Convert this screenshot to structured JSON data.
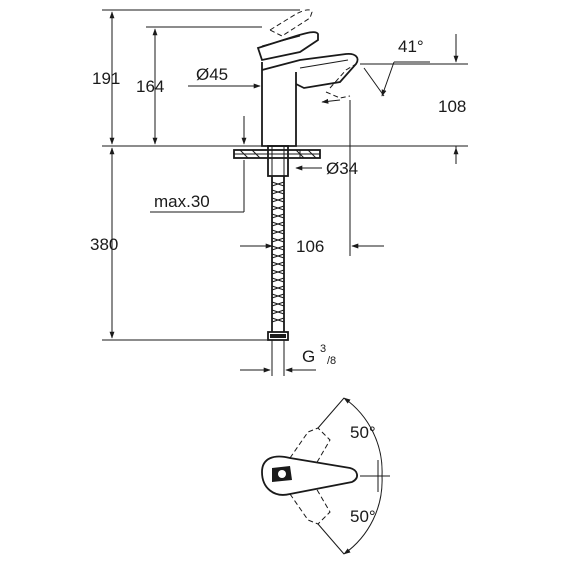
{
  "dimensions": {
    "height_total": "191",
    "height_spout": "164",
    "body_diameter": "Ø45",
    "lever_angle": "41°",
    "spout_height_right": "108",
    "hole_diameter": "Ø34",
    "max_deck": "max.30",
    "hose_length": "380",
    "reach": "106",
    "connection": "G",
    "connection_num": "3",
    "connection_den": "/8",
    "rot_angle_top": "50°",
    "rot_angle_bottom": "50°"
  }
}
